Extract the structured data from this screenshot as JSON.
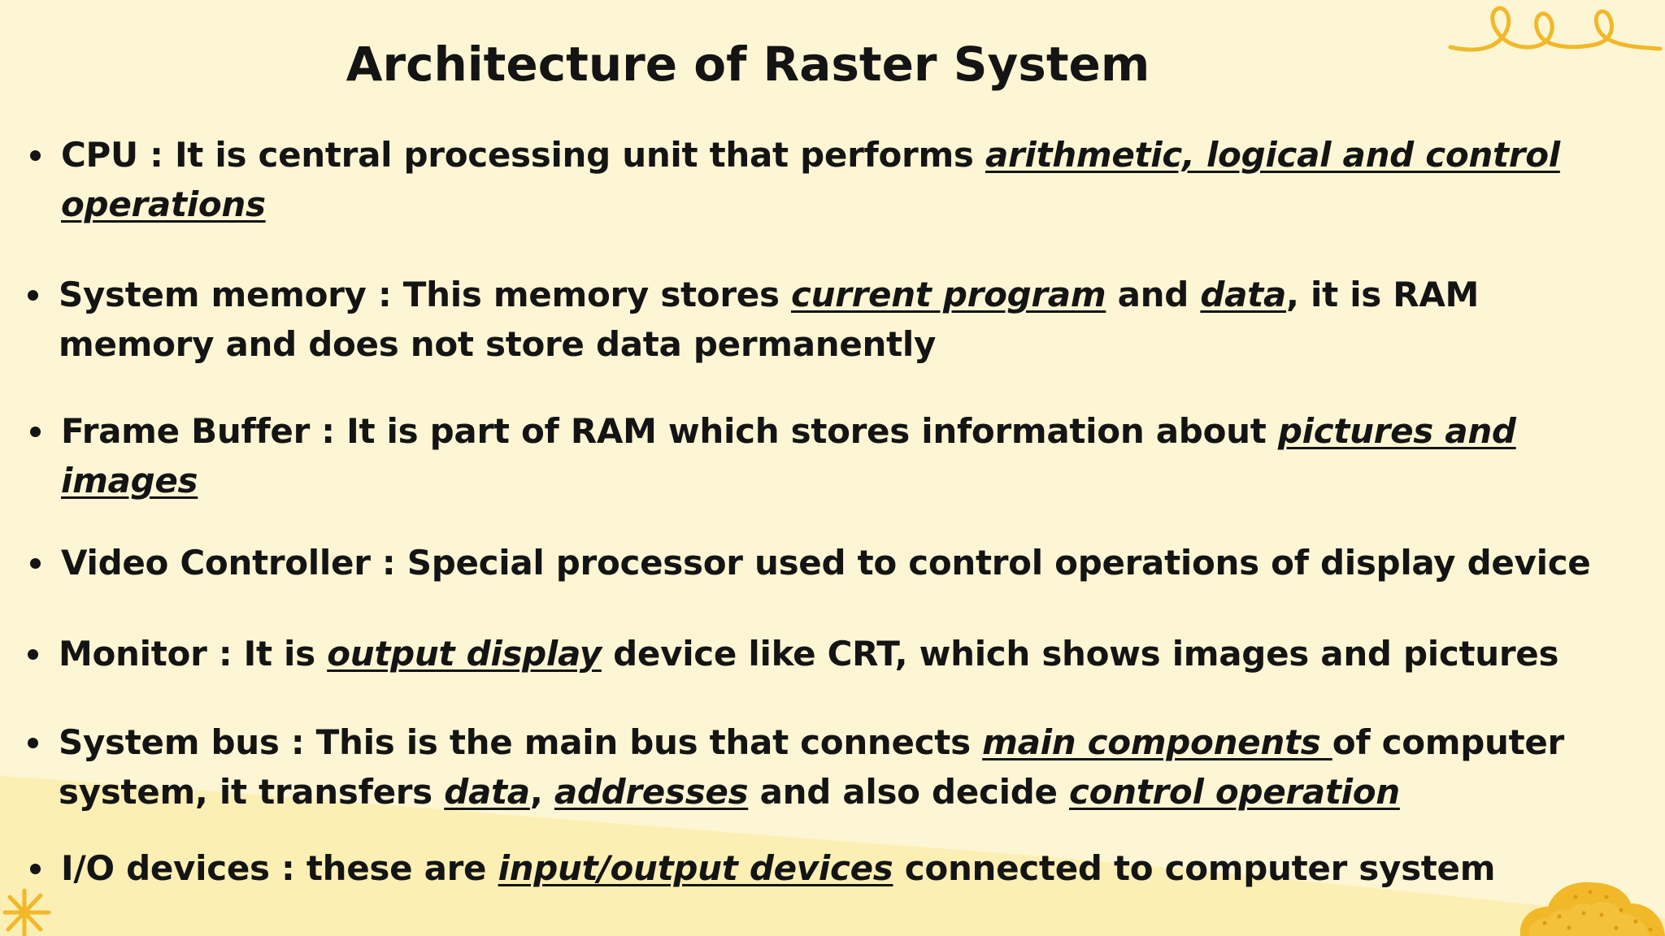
{
  "slide": {
    "title": "Architecture of Raster System",
    "bullets": [
      {
        "lines": [
          [
            {
              "text": "CPU :   It is central processing unit that performs ",
              "em": false
            },
            {
              "text": "arithmetic, logical and control",
              "em": true
            }
          ],
          [
            {
              "text": "operations",
              "em": true
            }
          ]
        ]
      },
      {
        "lines": [
          [
            {
              "text": "System memory : This memory stores ",
              "em": false
            },
            {
              "text": "current program",
              "em": true
            },
            {
              "text": " and ",
              "em": false
            },
            {
              "text": "data",
              "em": true
            },
            {
              "text": ", it is RAM",
              "em": false
            }
          ],
          [
            {
              "text": "memory and does not store data permanently",
              "em": false
            }
          ]
        ]
      },
      {
        "lines": [
          [
            {
              "text": "Frame Buffer : It is part of RAM which stores information about ",
              "em": false
            },
            {
              "text": "pictures and",
              "em": true
            }
          ],
          [
            {
              "text": "images",
              "em": true
            }
          ]
        ]
      },
      {
        "lines": [
          [
            {
              "text": "Video Controller : Special processor used to control operations of display device",
              "em": false
            }
          ]
        ]
      },
      {
        "lines": [
          [
            {
              "text": "Monitor : It is ",
              "em": false
            },
            {
              "text": "output display",
              "em": true
            },
            {
              "text": " device like CRT, which shows images and pictures",
              "em": false
            }
          ]
        ]
      },
      {
        "lines": [
          [
            {
              "text": "System bus : This is the main bus that connects ",
              "em": false
            },
            {
              "text": "main components ",
              "em": true
            },
            {
              "text": "of computer",
              "em": false
            }
          ],
          [
            {
              "text": "system, it transfers ",
              "em": false
            },
            {
              "text": "data",
              "em": true
            },
            {
              "text": ", ",
              "em": false
            },
            {
              "text": "addresses",
              "em": true
            },
            {
              "text": " and also decide ",
              "em": false
            },
            {
              "text": "control operation",
              "em": true
            }
          ]
        ]
      },
      {
        "lines": [
          [
            {
              "text": "I/O devices : these are ",
              "em": false
            },
            {
              "text": "input/output devices",
              "em": true
            },
            {
              "text": " connected to computer system",
              "em": false
            }
          ]
        ]
      }
    ]
  },
  "colors": {
    "background": "#fdf6d4",
    "lower_band": "#fcefb4",
    "accent_yellow": "#f1b829",
    "text": "#141414"
  },
  "icons": {
    "top_right": "squiggle-loops-icon",
    "bottom_left": "starburst-icon",
    "bottom_right": "dotted-blob-icon"
  }
}
